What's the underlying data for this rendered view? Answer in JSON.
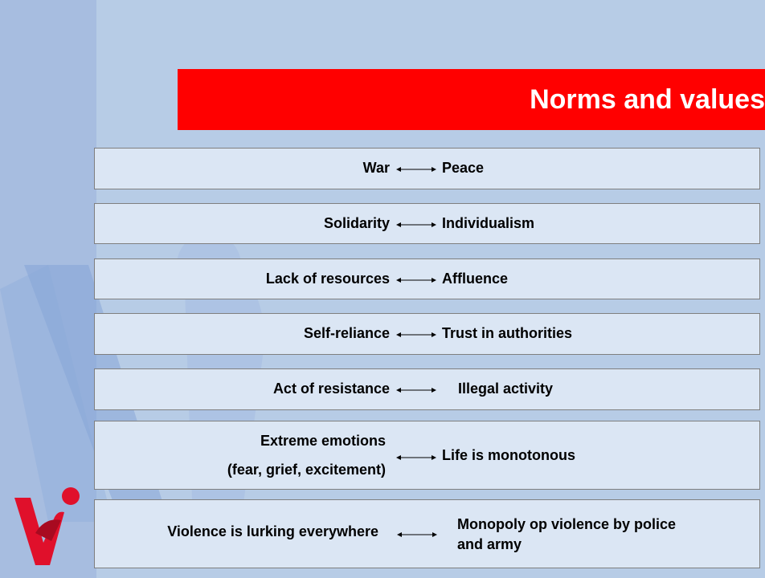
{
  "title": "Norms and values",
  "icons": {
    "logo": "vi-logo",
    "watermark": "vi-watermark"
  },
  "colors": {
    "title_bar": "#ff0000",
    "background": "#b7cce6",
    "row_fill": "#dbe6f4",
    "logo_red": "#e0102b"
  },
  "pairs": [
    {
      "left": "War",
      "right": "Peace"
    },
    {
      "left": "Solidarity",
      "right": "Individualism"
    },
    {
      "left": "Lack of resources",
      "right": "Affluence"
    },
    {
      "left": "Self-reliance",
      "right": "Trust in authorities"
    },
    {
      "left": "Act of resistance",
      "right": "Illegal activity"
    },
    {
      "left": "Extreme emotions",
      "left_line2": "(fear, grief, excitement)",
      "right": "Life is monotonous"
    },
    {
      "left": "Violence is lurking everywhere",
      "right": "Monopoly op violence by police",
      "right_line2": "and army"
    }
  ]
}
